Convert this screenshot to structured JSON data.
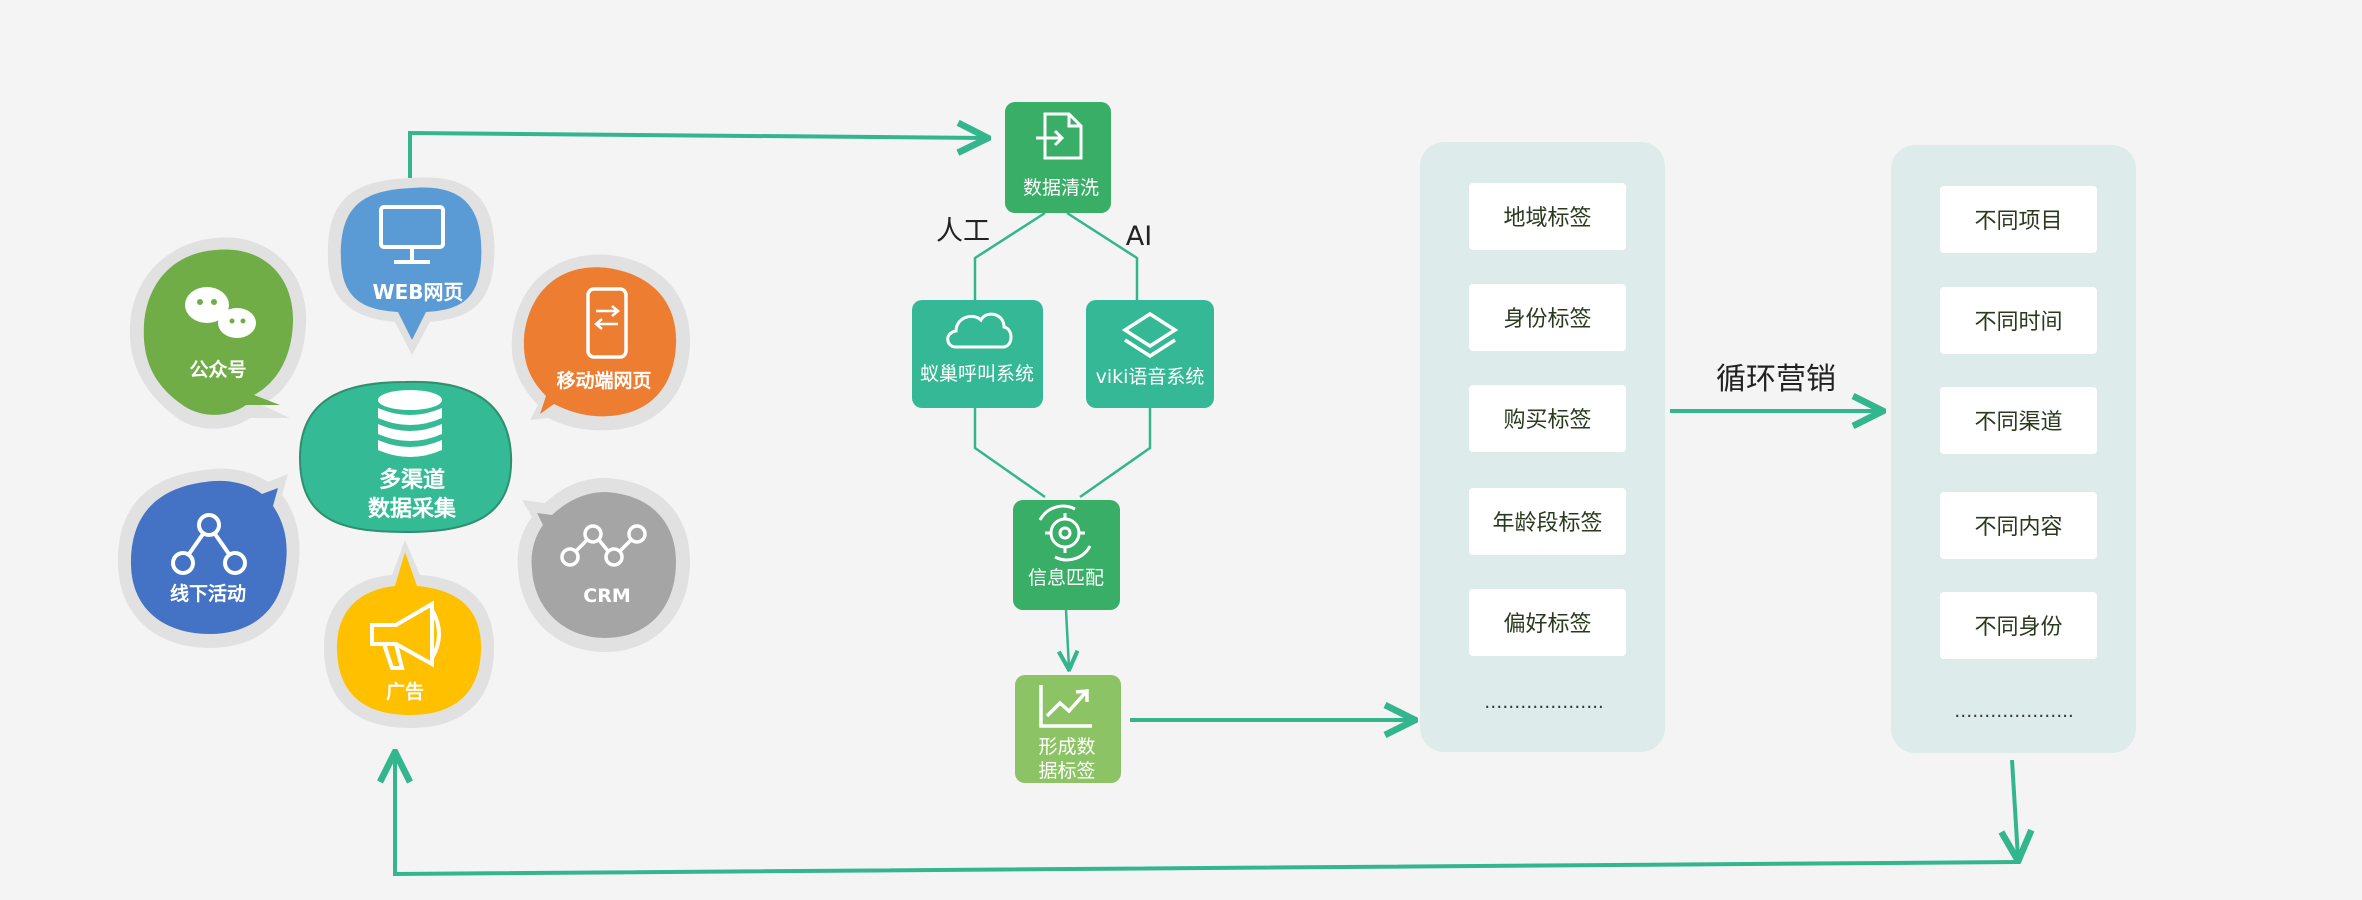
{
  "colors": {
    "flow_arrow": "#33b58e",
    "bubble_web": "#5b9bd5",
    "bubble_wechat": "#70ad47",
    "bubble_mobile": "#ed7d31",
    "bubble_center": "#34ba94",
    "bubble_offline": "#4472c4",
    "bubble_crm": "#a5a5a5",
    "bubble_ad": "#ffc000",
    "process_box": "#38ae66",
    "system_box": "#34b896",
    "result_box": "#8cc465",
    "panel_bg": "#ddeceb",
    "tag_bg": "#ffffff"
  },
  "channels": {
    "web": "WEB网页",
    "wechat": "公众号",
    "mobile": "移动端网页",
    "center_line1": "多渠道",
    "center_line2": "数据采集",
    "offline": "线下活动",
    "crm": "CRM",
    "ad": "广告"
  },
  "process": {
    "clean": "数据清洗",
    "manual": "人工",
    "ai": "AI",
    "system1": "蚁巢呼叫系统",
    "system2": "viki语音系统",
    "match": "信息匹配",
    "tag_line1": "形成数",
    "tag_line2": "据标签"
  },
  "tags_panel": {
    "items": [
      "地域标签",
      "身份标签",
      "购买标签",
      "年龄段标签",
      "偏好标签"
    ],
    "more": "……………….."
  },
  "loop_label": "循环营销",
  "marketing_panel": {
    "items": [
      "不同项目",
      "不同时间",
      "不同渠道",
      "不同内容",
      "不同身份"
    ],
    "more": "……………….."
  }
}
